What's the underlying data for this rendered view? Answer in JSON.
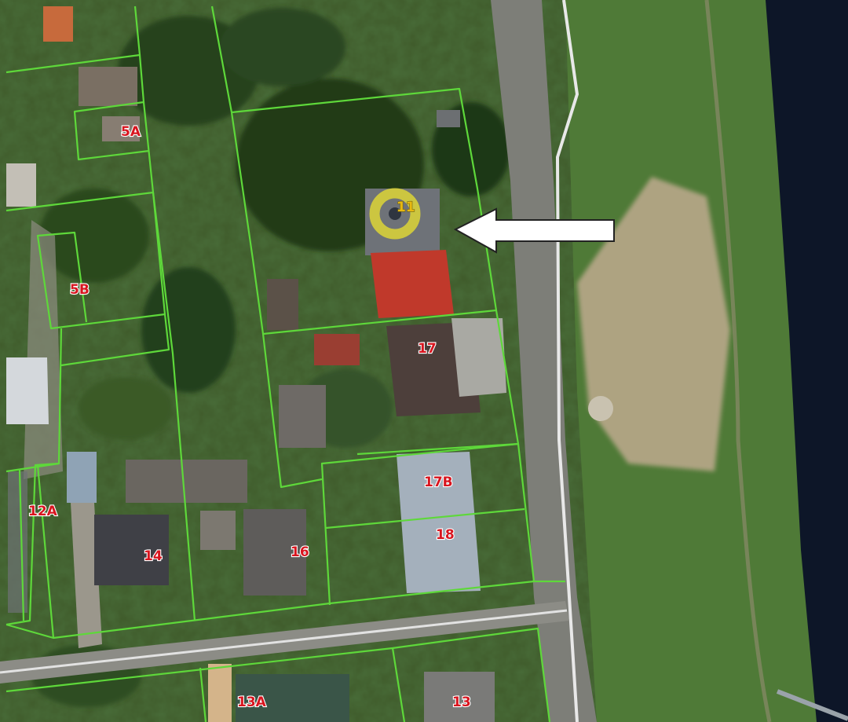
{
  "map": {
    "view": "satellite-cadastral",
    "colors": {
      "parcel_border": "#5ed83a",
      "parcel_label": "#d8151f",
      "highlight_label": "#e8b80f",
      "marker_ring": "#d6cf3a",
      "arrow_fill": "#ffffff",
      "river": "#0d1628"
    },
    "parcel_labels": {
      "p5a": "5A",
      "p5b": "5B",
      "p11": "11",
      "p17": "17",
      "p17b": "17B",
      "p18": "18",
      "p12a": "12A",
      "p14": "14",
      "p16": "16",
      "p13a": "13A",
      "p13": "13"
    },
    "markers": {
      "selected_parcel": "11",
      "pointer_icon": "arrow-left-icon",
      "location_icon": "target-ring-icon"
    }
  }
}
